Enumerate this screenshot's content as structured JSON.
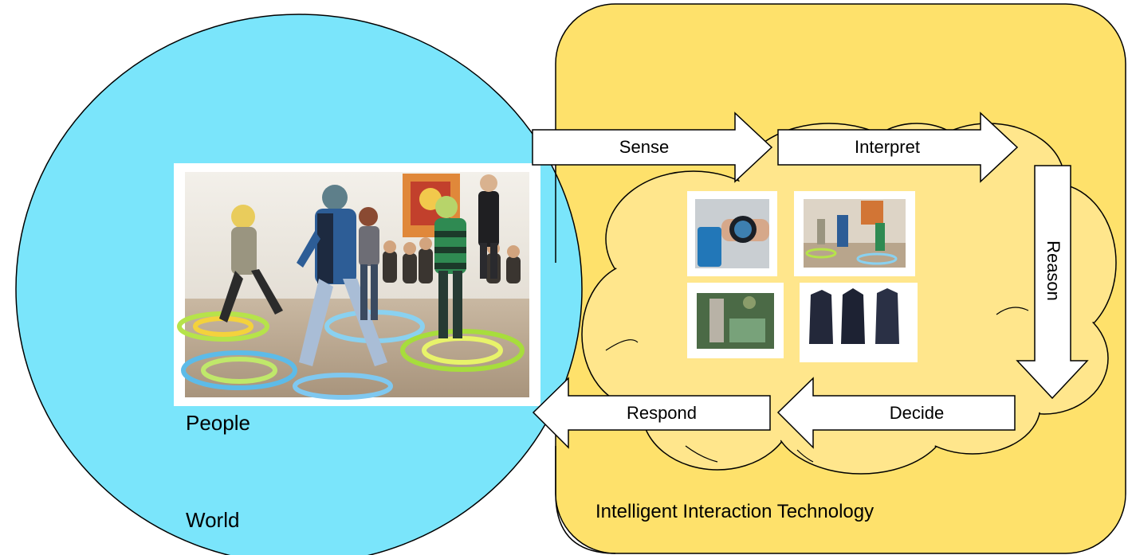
{
  "diagram": {
    "world_label": "World",
    "people_label": "People",
    "technology_label": "Intelligent Interaction Technology",
    "steps": {
      "sense": "Sense",
      "interpret": "Interpret",
      "reason": "Reason",
      "decide": "Decide",
      "respond": "Respond"
    },
    "photos": {
      "main": "children-dancing-on-interactive-floor-photo",
      "watch": "smartwatch-and-phone-photo",
      "kids_small": "children-interactive-floor-thumbnail-photo",
      "device": "person-with-device-photo",
      "vests": "sensor-vests-photo"
    }
  },
  "colors": {
    "world_fill": "#7ae5fb",
    "technology_fill": "#fee16b",
    "cloud_fill": "#ffe68c",
    "arrow_fill": "#ffffff",
    "stroke": "#000000"
  }
}
